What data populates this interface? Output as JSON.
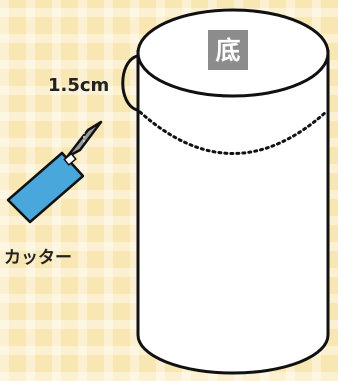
{
  "labels": {
    "measurement": "1.5cm",
    "tool": "カッター",
    "bottom": "底"
  },
  "icons": {
    "tool": "cutter-knife-icon"
  },
  "colors": {
    "background": "#f9e7b3",
    "cutter_handle": "#4aa7dc",
    "cutter_blade": "#9b9b9b",
    "bottom_badge": "#8c8c8c",
    "outline": "#111111"
  }
}
